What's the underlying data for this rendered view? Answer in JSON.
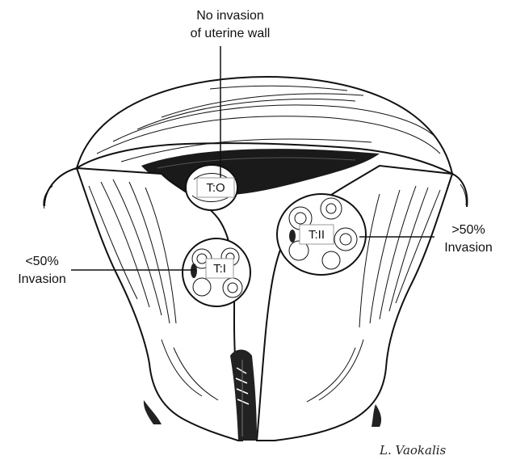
{
  "labels": {
    "top_line1": "No invasion",
    "top_line2": "of uterine wall",
    "left_line1": "<50%",
    "left_line2": "Invasion",
    "right_line1": ">50%",
    "right_line2": "Invasion"
  },
  "tags": {
    "t0": "T:O",
    "t1": "T:I",
    "t2": "T:II"
  },
  "signature": "L. Vaokalis"
}
